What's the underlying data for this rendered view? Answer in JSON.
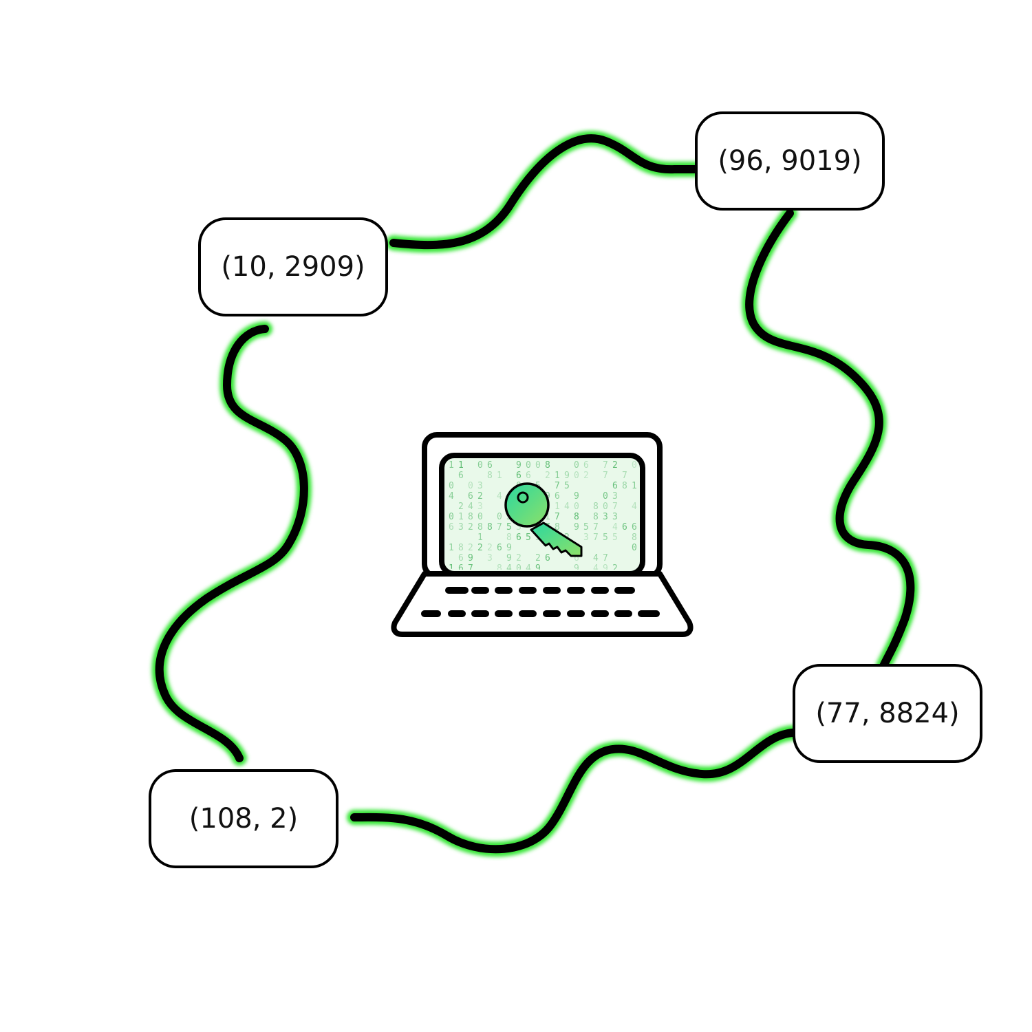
{
  "nodes": [
    {
      "id": "n1",
      "label": "(10, 2909)"
    },
    {
      "id": "n2",
      "label": "(96, 9019)"
    },
    {
      "id": "n3",
      "label": "(77, 8824)"
    },
    {
      "id": "n4",
      "label": "(108, 2)"
    }
  ],
  "edges": [
    {
      "from": "n1",
      "to": "n2"
    },
    {
      "from": "n2",
      "to": "n3"
    },
    {
      "from": "n3",
      "to": "n4"
    },
    {
      "from": "n4",
      "to": "n1"
    }
  ],
  "center_icon": "laptop-with-key-icon",
  "colors": {
    "line": "#000000",
    "glow": "#39e639",
    "screen_bg": "#e9f9ea",
    "screen_digits": "#2fa84a",
    "key_top": "#2ad8a0",
    "key_bottom": "#8ee068"
  }
}
